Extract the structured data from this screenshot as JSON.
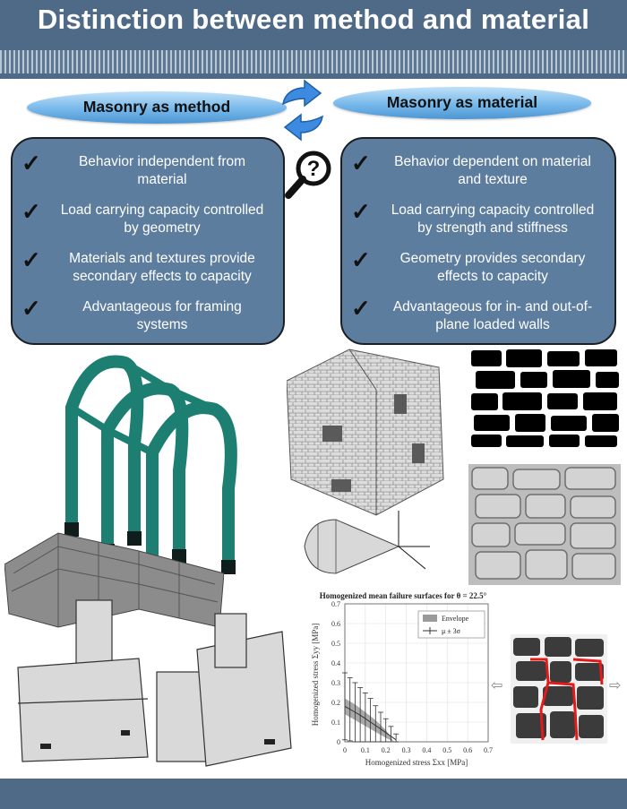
{
  "title": "Distinction between method and material",
  "left_panel": {
    "heading": "Masonry as method",
    "items": [
      "Behavior independent from material",
      "Load carrying capacity controlled by geometry",
      "Materials and textures provide secondary effects to capacity",
      "Advantageous for framing systems"
    ]
  },
  "right_panel": {
    "heading": "Masonry as material",
    "items": [
      "Behavior dependent on material and texture",
      "Load carrying capacity controlled by strength and stiffness",
      "Geometry provides secondary effects to capacity",
      "Advantageous for in- and out-of-plane loaded walls"
    ]
  },
  "icons": [
    "arrow-right-icon",
    "arrow-left-icon",
    "magnifier-question-icon",
    "check-icon"
  ],
  "colors": {
    "header": "#4f6a86",
    "panel": "#5d7d9f",
    "pill": "#76b8ea",
    "frame": "#1c7f72",
    "envelope": "#9a9a9a"
  },
  "chart_data": {
    "type": "area",
    "title": "Homogenized mean failure surfaces for θ = 22.5°",
    "xlabel": "Homogenized stress Σxx [MPa]",
    "ylabel": "Homogenized stress Σyy [MPa]",
    "xlim": [
      0,
      0.7
    ],
    "ylim": [
      0,
      0.7
    ],
    "x_ticks": [
      "0",
      "0.1",
      "0.2",
      "0.3",
      "0.4",
      "0.5",
      "0.6",
      "0.7"
    ],
    "y_ticks": [
      "0",
      "0.1",
      "0.2",
      "0.3",
      "0.4",
      "0.5",
      "0.6",
      "0.7"
    ],
    "legend_position": "top-right",
    "legend": [
      "Envelope",
      "μ ± 3σ"
    ],
    "grid": true,
    "series": [
      {
        "name": "Envelope",
        "x": [
          0,
          0.05,
          0.1,
          0.15,
          0.2,
          0.24
        ],
        "y_low": [
          0.14,
          0.11,
          0.08,
          0.05,
          0.02,
          0.0
        ],
        "y_high": [
          0.22,
          0.19,
          0.15,
          0.11,
          0.06,
          0.0
        ]
      },
      {
        "name": "μ ± 3σ",
        "x": [
          0,
          0.025,
          0.05,
          0.075,
          0.1,
          0.125,
          0.15,
          0.175,
          0.2,
          0.225,
          0.25
        ],
        "mean": [
          0.18,
          0.165,
          0.15,
          0.135,
          0.118,
          0.1,
          0.083,
          0.065,
          0.047,
          0.028,
          0.01
        ],
        "err": [
          0.17,
          0.16,
          0.15,
          0.14,
          0.13,
          0.12,
          0.1,
          0.085,
          0.07,
          0.05,
          0.03
        ]
      }
    ]
  }
}
